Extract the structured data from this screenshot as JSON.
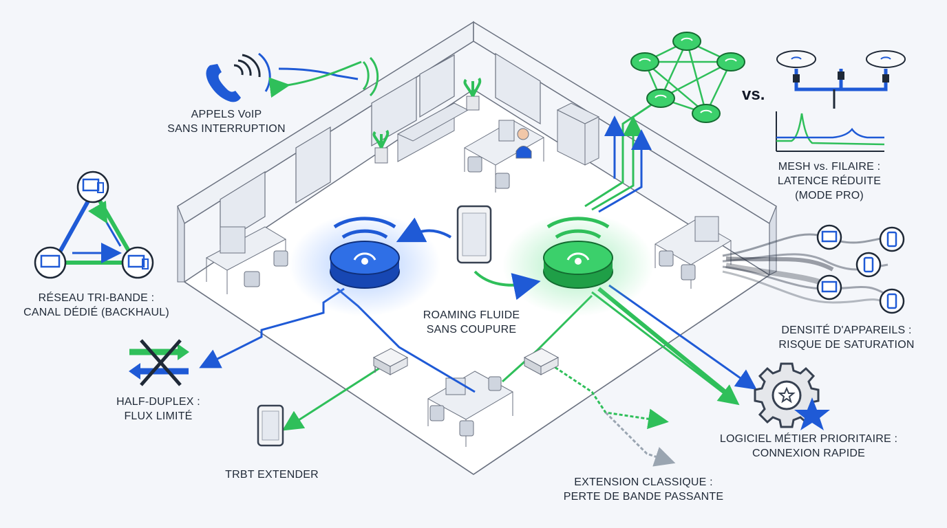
{
  "labels": {
    "voip": [
      "APPELS VoIP",
      "SANS INTERRUPTION"
    ],
    "triband": [
      "RÉSEAU TRI-BANDE :",
      "CANAL DÉDIÉ (BACKHAUL)"
    ],
    "halfduplex": [
      "HALF-DUPLEX :",
      "FLUX LIMITÉ"
    ],
    "extender": [
      "TRBT EXTENDER"
    ],
    "roaming": [
      "ROAMING FLUIDE",
      "SANS COUPURE"
    ],
    "classic": [
      "EXTENSION CLASSIQUE :",
      "PERTE DE BANDE PASSANTE"
    ],
    "priority": [
      "LOGICIEL MÉTIER PRIORITAIRE :",
      "CONNEXION RAPIDE"
    ],
    "density": [
      "DENSITÉ D'APPAREILS :",
      "RISQUE DE SATURATION"
    ],
    "meshwired": [
      "MESH vs. FILAIRE :",
      "LATENCE RÉDUITE",
      "(MODE PRO)"
    ]
  },
  "vs_text": "vs.",
  "colors": {
    "blue": "#1f5ad6",
    "green": "#2fbf5a",
    "dark": "#1f2937",
    "floor": "#ffffff",
    "wall": "#f7f8fb"
  },
  "icons": [
    "phone-icon",
    "triangle-network-icon",
    "half-duplex-icon",
    "tablet-icon",
    "router-icon",
    "mesh-node-icon",
    "gear-star-icon",
    "device-icon"
  ]
}
